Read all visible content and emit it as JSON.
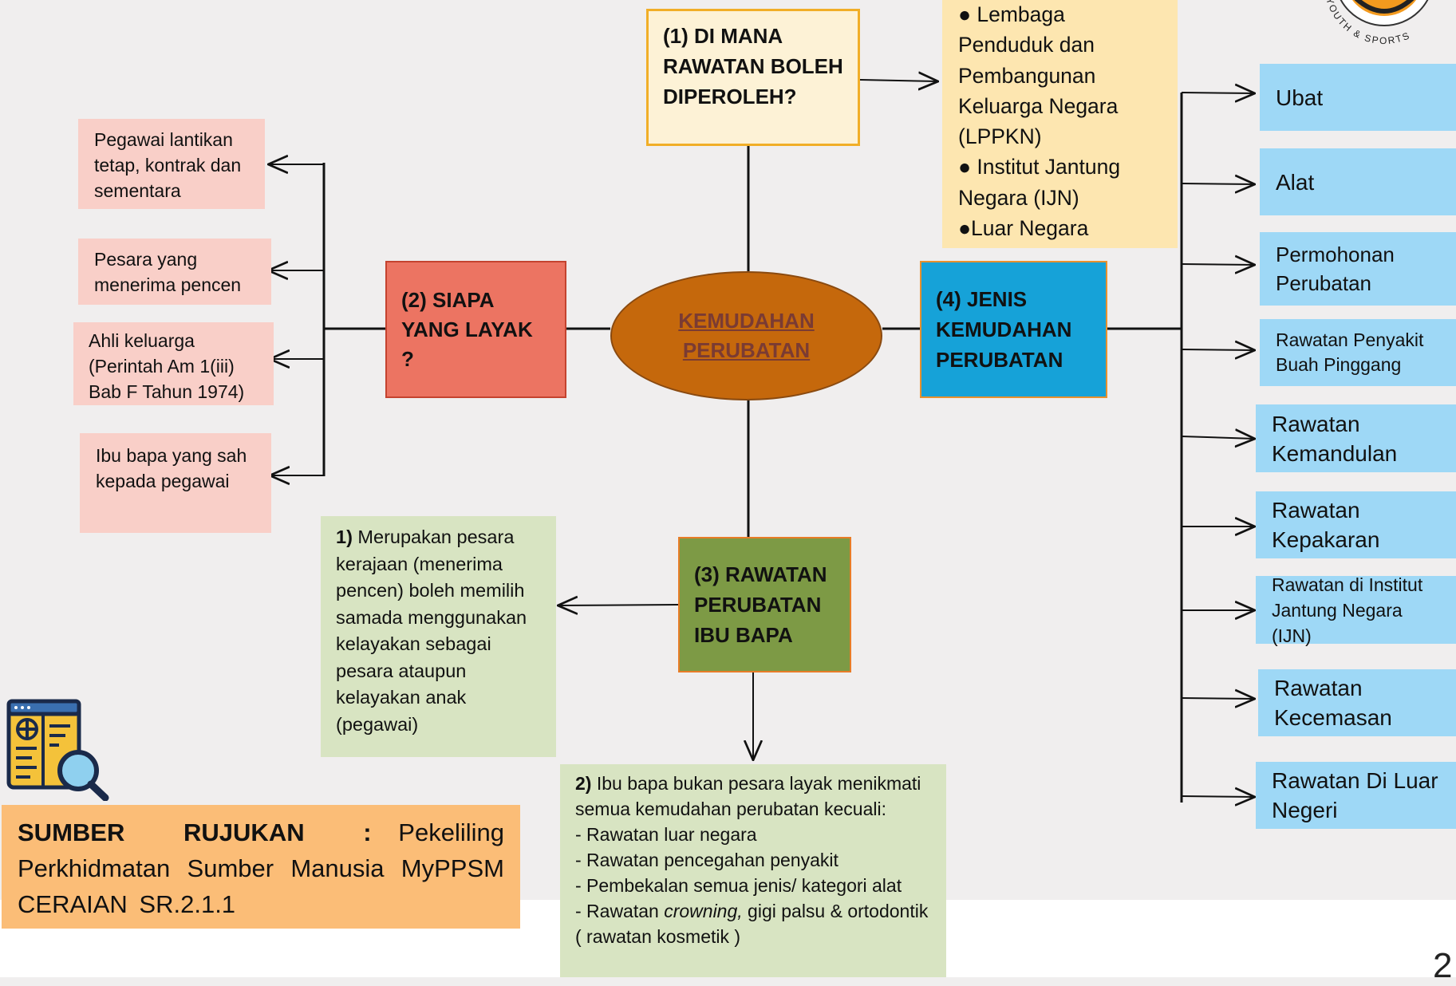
{
  "center": {
    "title": "KEMUDAHAN PERUBATAN"
  },
  "branch1": {
    "title": "(1) DI MANA RAWATAN BOLEH DIPEROLEH?",
    "places": [
      "● Lembaga Penduduk dan Pembangunan Keluarga Negara (LPPKN)",
      "● Institut Jantung Negara (IJN)",
      "●Luar Negara"
    ]
  },
  "branch2": {
    "title": "(2) SIAPA YANG LAYAK ?",
    "items": [
      "Pegawai lantikan tetap, kontrak dan sementara",
      "Pesara yang menerima pencen",
      "Ahli keluarga (Perintah Am 1(iii) Bab F Tahun 1974)",
      "Ibu bapa yang sah kepada pegawai"
    ]
  },
  "branch3": {
    "title": "(3) RAWATAN PERUBATAN IBU BAPA",
    "note1_num": "1)",
    "note1_text": " Merupakan pesara kerajaan (menerima pencen) boleh memilih samada menggunakan kelayakan sebagai pesara ataupun kelayakan anak (pegawai)",
    "note2_num": "2)",
    "note2_text": " Ibu bapa bukan pesara layak menikmati semua kemudahan perubatan kecuali:",
    "note2_list": [
      "- Rawatan luar negara",
      "- Rawatan pencegahan penyakit",
      "- Pembekalan semua jenis/ kategori alat"
    ],
    "note2_last_pre": "- Rawatan ",
    "note2_last_italic": "crowning,",
    "note2_last_post": " gigi palsu & ortodontik ( rawatan kosmetik )"
  },
  "branch4": {
    "title": "(4) JENIS KEMUDAHAN PERUBATAN",
    "items": [
      "Ubat",
      "Alat",
      "Permohonan Perubatan",
      "Rawatan Penyakit Buah Pinggang",
      "Rawatan Kemandulan",
      "Rawatan Kepakaran",
      "Rawatan di Institut Jantung Negara (IJN)",
      "Rawatan Kecemasan",
      "Rawatan Di Luar Negeri"
    ]
  },
  "reference": {
    "label": "SUMBER RUJUKAN :",
    "text": "Pekeliling Perkhidmatan Sumber Manusia MyPPSM CERAIAN SR.2.1.1"
  },
  "logo_text": "YOUTH & SPORTS",
  "page_number": "2",
  "colors": {
    "center": "#c5680c",
    "branch1_box": "#fdf2d6",
    "branch1_border": "#f1ae27",
    "places_box": "#fde6b0",
    "branch2_box": "#ec7462",
    "branch3_box": "#7d9a45",
    "branch4_box": "#16a2d8",
    "pink": "#f9cfc8",
    "blue": "#9ed8f6",
    "green": "#d8e4c2",
    "reference": "#fbbd77"
  },
  "icons": [
    "search-document-icon",
    "logo-icon"
  ]
}
